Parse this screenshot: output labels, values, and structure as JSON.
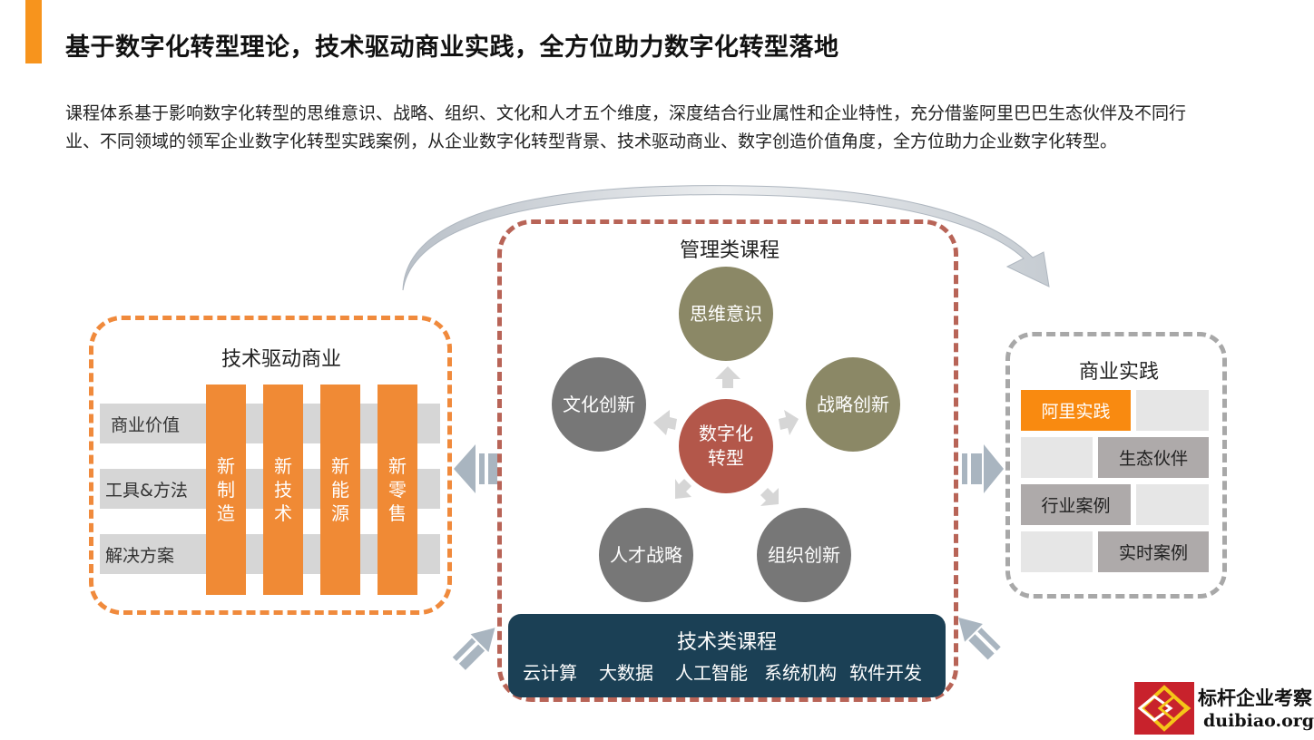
{
  "header": {
    "title": "基于数字化转型理论，技术驱动商业实践，全方位助力数字化转型落地",
    "intro": "课程体系基于影响数字化转型的思维意识、战略、组织、文化和人才五个维度，深度结合行业属性和企业特性，充分借鉴阿里巴巴生态伙伴及不同行业、不同领域的领军企业数字化转型实践案例，从企业数字化转型背景、技术驱动商业、数字创造价值角度，全方位助力企业数字化转型。"
  },
  "tech_business": {
    "title": "技术驱动商业",
    "rows": [
      "商业价值",
      "工具&方法",
      "解决方案"
    ],
    "pillars": [
      "新制造",
      "新技术",
      "新能源",
      "新零售"
    ]
  },
  "management": {
    "title": "管理类课程",
    "center": "数字化转型",
    "nodes": {
      "top": "思维意识",
      "right": "战略创新",
      "bottom_right": "组织创新",
      "bottom_left": "人才战略",
      "left": "文化创新"
    }
  },
  "tech_courses": {
    "title": "技术类课程",
    "items": [
      "云计算",
      "大数据",
      "人工智能",
      "系统机构",
      "软件开发"
    ]
  },
  "business_practice": {
    "title": "商业实践",
    "cells": [
      "阿里实践",
      "生态伙伴",
      "行业案例",
      "实时案例"
    ]
  },
  "logo": {
    "name": "标杆企业考察",
    "site": "duibiao.org"
  },
  "colors": {
    "accent_orange": "#f7941d",
    "pillar_orange": "#f08a35",
    "mgmt_border": "#b86457",
    "tech_course_bg": "#1b4055",
    "olive_circle": "#8b8866",
    "gray_circle": "#777777",
    "center_circle": "#b3574a"
  }
}
